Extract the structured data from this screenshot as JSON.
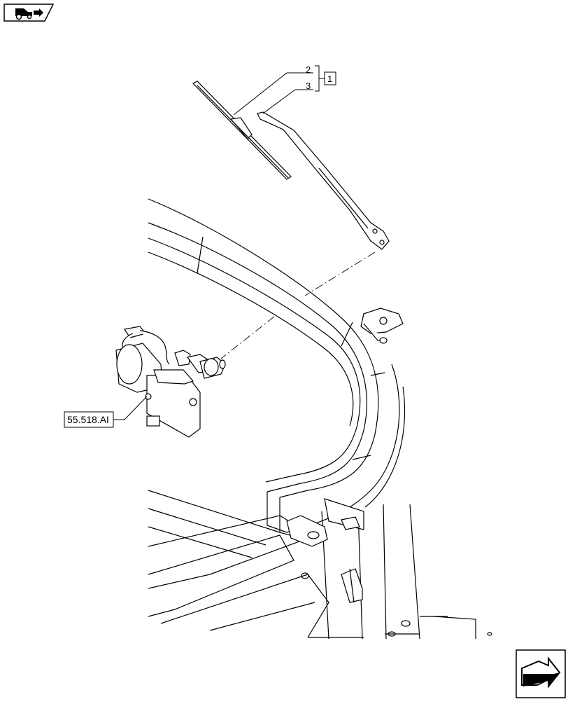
{
  "callouts": {
    "part_1": "1",
    "part_2": "2",
    "part_3": "3",
    "reference": "55.518.AI"
  },
  "icons": {
    "top_left": "tractor-cab-icon",
    "bottom_right": "next-page-arrow-icon"
  },
  "colors": {
    "line": "#000000",
    "background": "#ffffff"
  }
}
